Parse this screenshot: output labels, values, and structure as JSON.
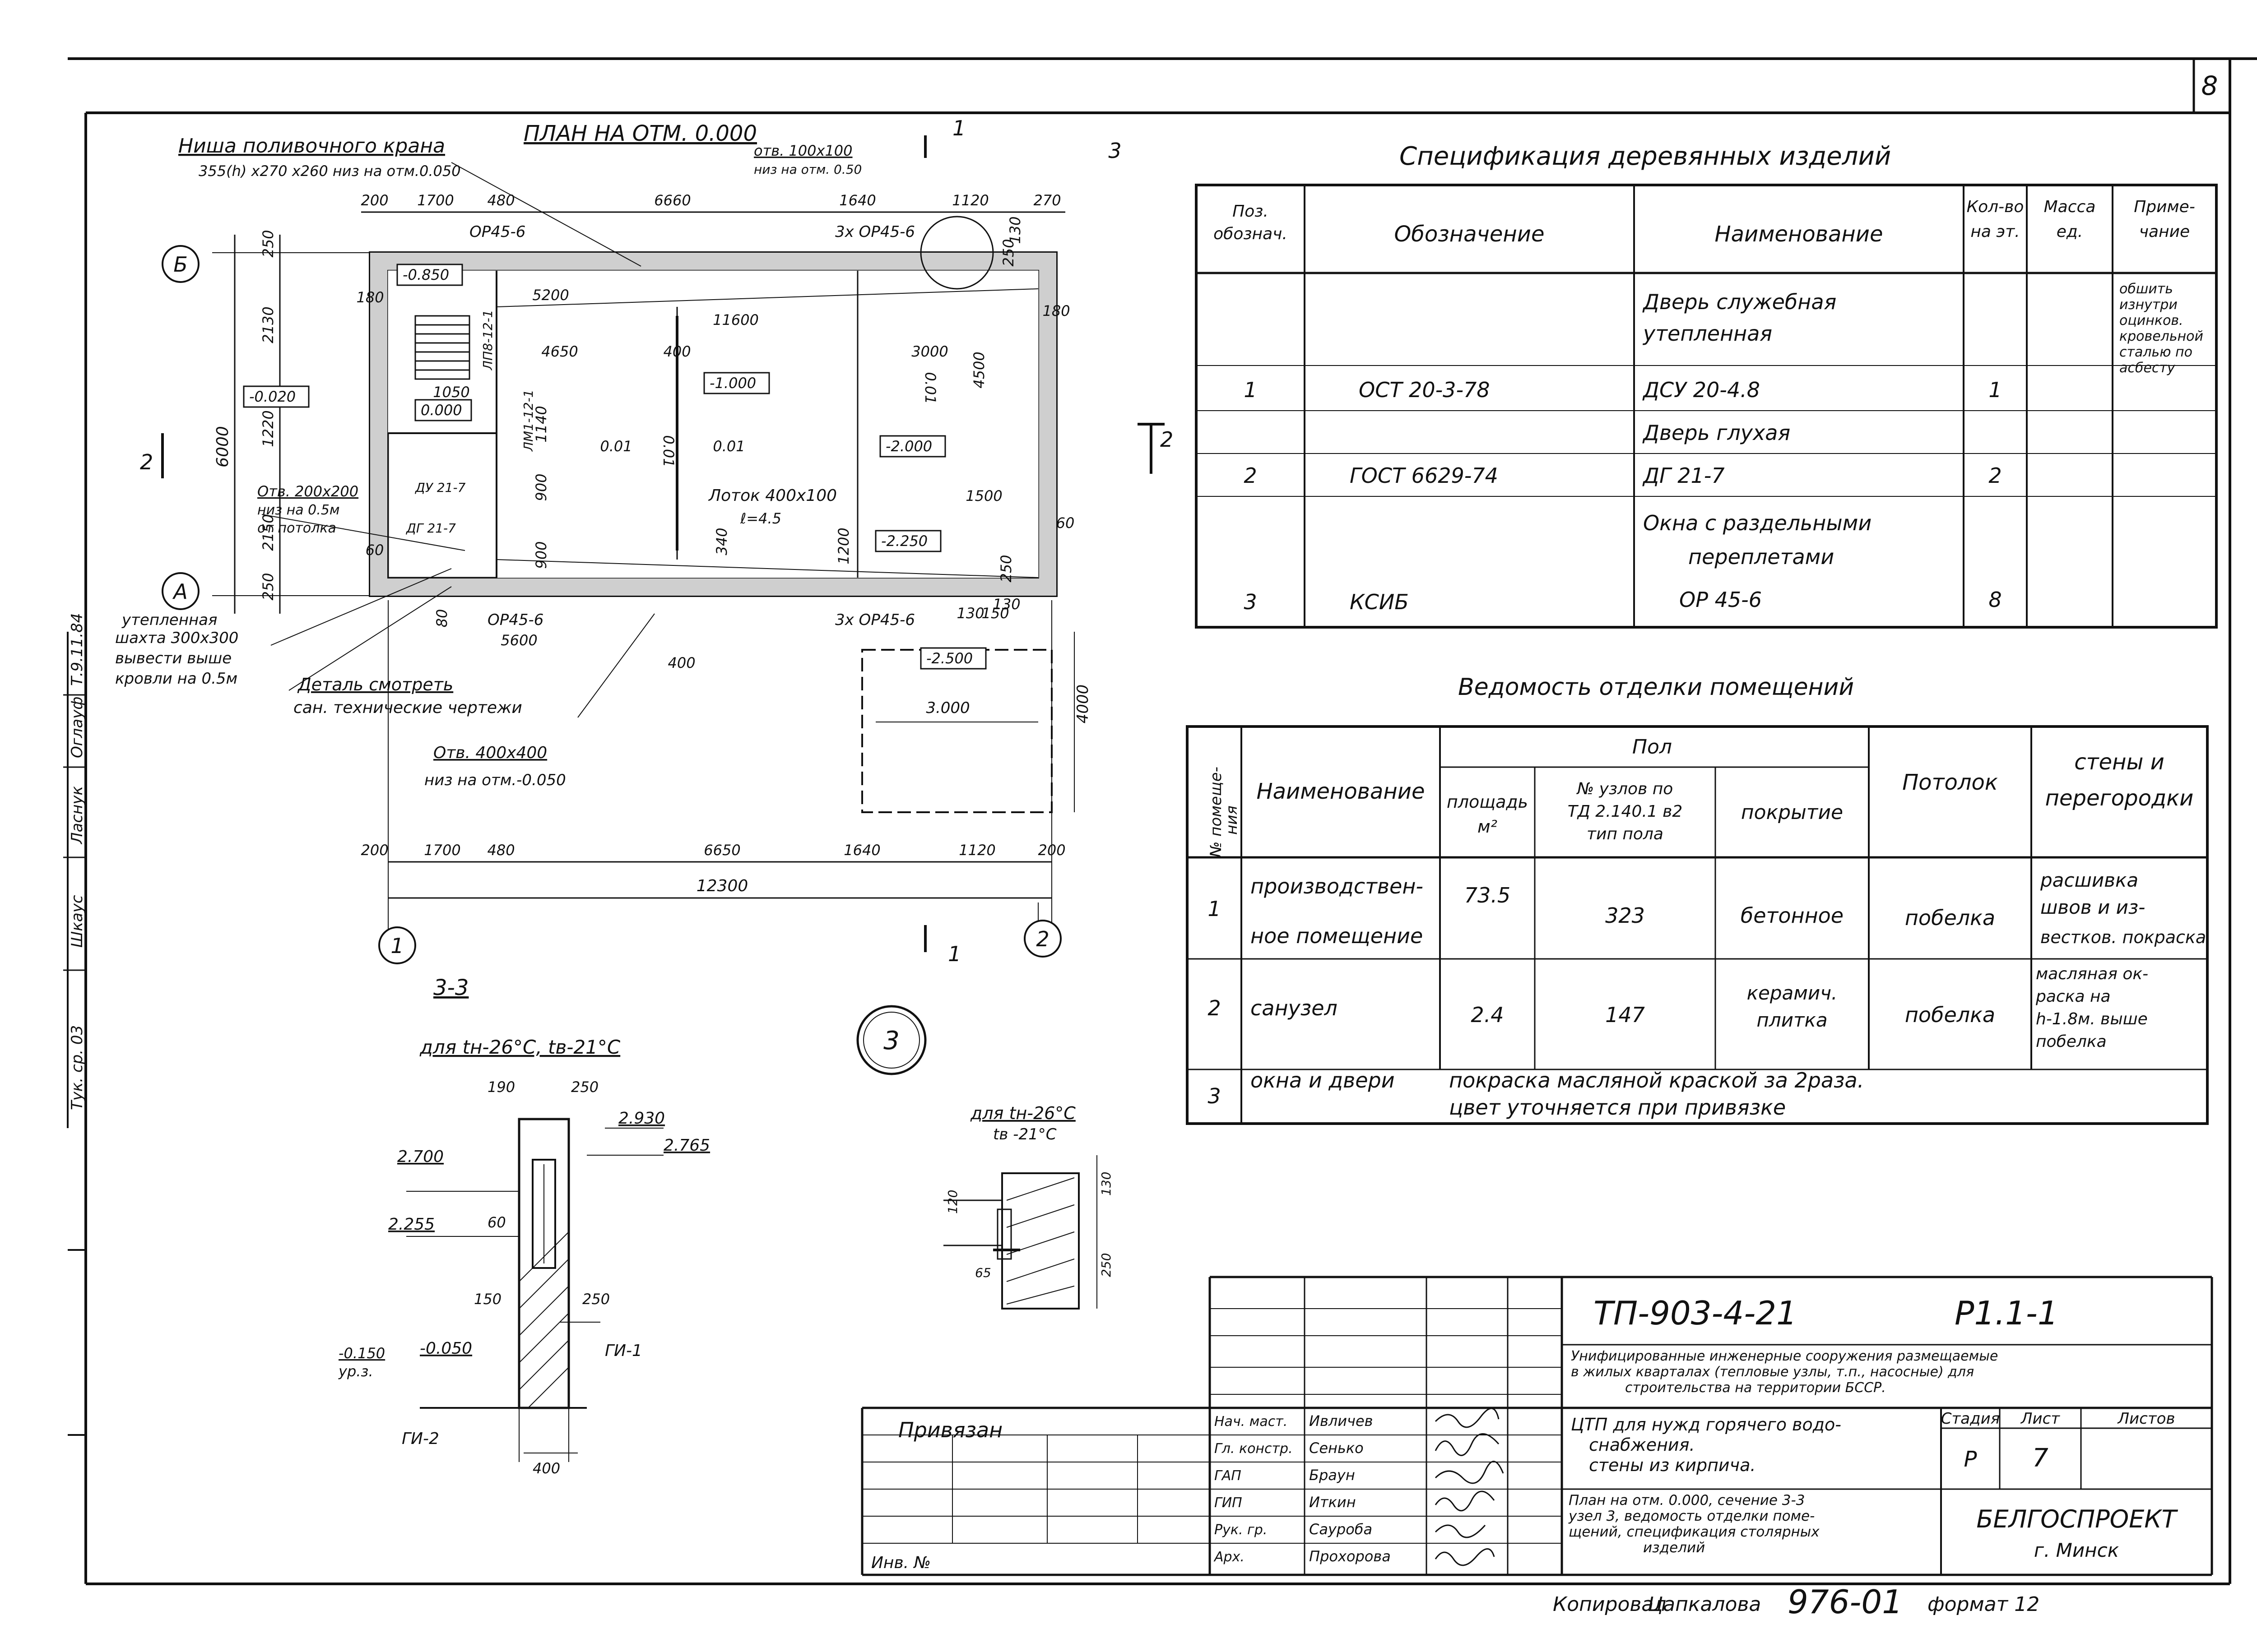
{
  "sheet": {
    "sheet_number": "8",
    "side_stamp": [
      "Тук. ср. 03",
      "Шкаус",
      "Ласнук",
      "Оглауф",
      "Т.9.11.84"
    ]
  },
  "plan": {
    "title": "ПЛАН НА ОТМ. 0.000",
    "niche_title": "Ниша поливочного крана",
    "niche_size": "355(h) x270 x260 низ на отм.0.050",
    "opening_top": "отв. 100x100",
    "opening_top_sub": "низ на отм. 0.50",
    "window_top_left": "ОР45-6",
    "window_top_right": "3x ОР45-6",
    "window_bottom_left": "ОР45-6",
    "window_bottom_right": "3x ОР45-6",
    "dim_top": [
      "200",
      "1700",
      "480",
      "6660",
      "1640",
      "1120",
      "270"
    ],
    "dim_bottom": [
      "200",
      "1700",
      "480",
      "6650",
      "1640",
      "1120",
      "200"
    ],
    "dim_total": "12300",
    "dim_left": [
      "250",
      "2130",
      "1220",
      "2150",
      "250"
    ],
    "dim_left_total": "6000",
    "dim_inner": [
      "5200",
      "11600",
      "4650",
      "400",
      "3000",
      "4500",
      "1050",
      "1140",
      "900",
      "900",
      "1500",
      "5600",
      "400",
      "150"
    ],
    "side_dims": [
      "180",
      "180",
      "60",
      "250",
      "130",
      "130",
      "60",
      "250",
      "80"
    ],
    "axis_labels": [
      "Б",
      "А",
      "1",
      "2",
      "3"
    ],
    "section_marks": [
      "1",
      "1",
      "2",
      "2",
      "3",
      "3",
      "3"
    ],
    "levels": [
      "-0.850",
      "-0.020",
      "0.000",
      "-1.000",
      "-2.000",
      "-2.250",
      "-2.500"
    ],
    "slopes": [
      "0.01",
      "0.01",
      "0.01",
      "0.01"
    ],
    "tray": "Лоток 400x100",
    "tray_depth": "ℓ=4.5",
    "door_labels": [
      "ДУ 21-7",
      "ДГ 21-7",
      "ЛМ1-12-1",
      "ЛП8-12-1"
    ],
    "hole_note_1": "Отв. 200x200",
    "hole_note_1_sub": "низ на 0.5м",
    "hole_note_1_sub2": "от потолка",
    "shaft_note": "утепленная шахта 300x300 вывести выше кровли на 0.5м",
    "detail_note": "Деталь смотреть",
    "detail_note_sub": "сан. технические чертежи",
    "hole_note_2": "Отв. 400x400",
    "hole_note_2_sub": "низ на отм.-0.050",
    "pit_dims": [
      "3.000",
      "4000"
    ],
    "misc": [
      "1200",
      "340",
      "130"
    ]
  },
  "section33": {
    "title": "3-3",
    "subtitle": "для tн-26°С, tв-21°С",
    "levels": [
      "2.930",
      "2.765",
      "2.700",
      "2.255",
      "-0.150",
      "-0.050"
    ],
    "level_ref": "ур.з.",
    "dims": [
      "190",
      "250",
      "60",
      "150",
      "250",
      "400"
    ],
    "labels": [
      "ГИ-1",
      "ГИ-2"
    ]
  },
  "node3": {
    "marker": "3",
    "subtitle1": "для tн-26°С",
    "subtitle2": "tв -21°С",
    "dims": [
      "120",
      "130",
      "250",
      "65"
    ]
  },
  "spec_table": {
    "title": "Спецификация деревянных изделий",
    "headers": [
      "Поз. обознач.",
      "Обозначение",
      "Наименование",
      "Кол-во на эт.",
      "Масса ед.",
      "Приме-чание"
    ],
    "rows": [
      [
        "",
        "",
        "Дверь служебная утепленная",
        "",
        "",
        "обшить изнутри оцинков. кровельной сталью по асбесту"
      ],
      [
        "1",
        "ОСТ 20-3-78",
        "ДСУ 20-4.8",
        "1",
        "",
        ""
      ],
      [
        "",
        "",
        "Дверь глухая",
        "",
        "",
        ""
      ],
      [
        "2",
        "ГОСТ 6629-74",
        "ДГ 21-7",
        "2",
        "",
        ""
      ],
      [
        "",
        "",
        "Окна с раздельными переплетами",
        "",
        "",
        ""
      ],
      [
        "3",
        "КСИБ",
        "ОР 45-6",
        "8",
        "",
        ""
      ]
    ]
  },
  "finish_table": {
    "title": "Ведомость отделки помещений",
    "headers": {
      "num": "№ помеще-ния",
      "name": "Наименование",
      "floor_group": "Пол",
      "area": "площадь м²",
      "node": "№ узлов по ТД 2.140.1 в2 тип пола",
      "cover": "покрытие",
      "ceiling": "Потолок",
      "walls": "стены и перегородки"
    },
    "rows": [
      {
        "num": "1",
        "name": "производствен-ное помещение",
        "area": "73.5",
        "node": "323",
        "cover": "бетонное",
        "ceiling": "побелка",
        "walls": "расшивка швов и из-вестков. покраска"
      },
      {
        "num": "2",
        "name": "санузел",
        "area": "2.4",
        "node": "147",
        "cover": "керамич. плитка",
        "ceiling": "побелка",
        "walls": "масляная ок-раска на h-1.8м. выше побелка"
      },
      {
        "num": "3",
        "name": "окна и двери",
        "note": "покраска масляной краской за 2 раза. цвет уточняется при привязке"
      }
    ]
  },
  "title_block": {
    "code": "ТП-903-4-21",
    "sheet_code": "Р1.1-1",
    "project_desc": "Унифицированные инженерные сооружения размещаемые в жилых кварталах (тепловые узлы, т.п., насосные) для строительства на территории БССР.",
    "object": "ЦТП для нужд горячего водоснабжения. стены из кирпича.",
    "sheet_desc": "План на отм. 0.000, сечение 3-3, узел 3, ведомость отделки помещений, спецификация столярных изделий",
    "stage_h": "Стадия",
    "sheet_h": "Лист",
    "sheets_h": "Листов",
    "stage": "Р",
    "sheet": "7",
    "sheets": "",
    "org": "БЕЛГОСПРОЕКТ",
    "city": "г. Минск",
    "privyazan": "Привязан",
    "inv": "Инв. №",
    "roles": [
      {
        "role": "Нач. маст.",
        "name": "Ивличев"
      },
      {
        "role": "Гл. констр.",
        "name": "Сенько"
      },
      {
        "role": "ГАП",
        "name": "Браун"
      },
      {
        "role": "ГИП",
        "name": "Иткин"
      },
      {
        "role": "Рук. гр.",
        "name": "Сауроба"
      },
      {
        "role": "Арх.",
        "name": "Прохорова"
      }
    ]
  },
  "footer": {
    "copied": "Копировал",
    "copier": "Цапкалова",
    "number": "976-01",
    "format": "формат 12"
  }
}
